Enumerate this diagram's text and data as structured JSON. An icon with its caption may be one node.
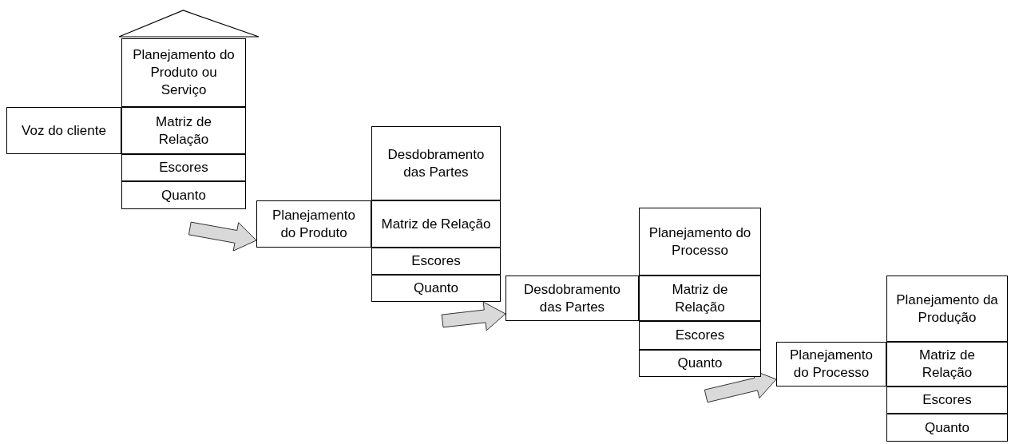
{
  "diagram": {
    "nodes": [
      {
        "text": [],
        "shape": "triangle"
      },
      {
        "text": [
          "Planejamento do Produto ou Serviço"
        ]
      },
      {
        "text": [
          "Voz do cliente"
        ]
      },
      {
        "text": [
          "Matriz de Relação"
        ]
      },
      {
        "text": [
          "Escores"
        ]
      },
      {
        "text": [
          "Quanto"
        ]
      },
      {
        "text": [
          "Desdobramento das Partes"
        ]
      },
      {
        "text": [
          "Planejamento do Produto"
        ]
      },
      {
        "text": [
          "Matriz de Relação"
        ]
      },
      {
        "text": [
          "Escores"
        ]
      },
      {
        "text": [
          "Quanto"
        ]
      },
      {
        "text": [
          "Planejamento do Processo"
        ]
      },
      {
        "text": [
          "Desdobramento das Partes"
        ]
      },
      {
        "text": [
          "Matriz de Relação"
        ]
      },
      {
        "text": [
          "Escores"
        ]
      },
      {
        "text": [
          "Quanto"
        ]
      },
      {
        "text": [
          "Planejamento da Produção"
        ]
      },
      {
        "text": [
          "Planejamento do Processo"
        ]
      },
      {
        "text": [
          "Matriz de Relação"
        ]
      },
      {
        "text": [
          "Escores"
        ]
      },
      {
        "text": [
          "Quanto"
        ]
      }
    ],
    "edges": [
      {
        "from": 5,
        "to": 7,
        "arrow": "to"
      },
      {
        "from": 10,
        "to": 12,
        "arrow": "to"
      },
      {
        "from": 15,
        "to": 17,
        "arrow": "to"
      }
    ]
  }
}
